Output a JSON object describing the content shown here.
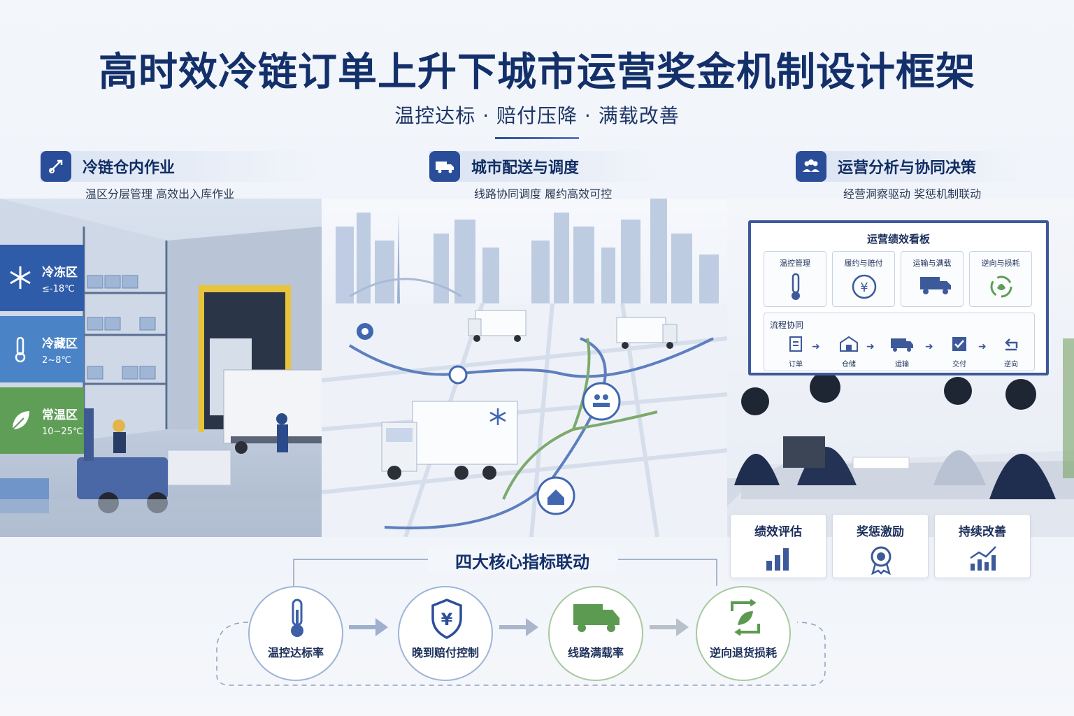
{
  "header": {
    "title": "高时效冷链订单上升下城市运营奖金机制设计框架",
    "subtitle": "温控达标 · 赔付压降 · 满载改善"
  },
  "sections": [
    {
      "title": "冷链仓内作业",
      "subtitle": "温区分层管理  高效出入库作业",
      "icon": "forklift-icon"
    },
    {
      "title": "城市配送与调度",
      "subtitle": "线路协同调度  履约高效可控",
      "icon": "truck-icon"
    },
    {
      "title": "运营分析与协同决策",
      "subtitle": "经营洞察驱动  奖惩机制联动",
      "icon": "team-icon"
    }
  ],
  "zones": [
    {
      "name": "冷冻区",
      "temp": "≤-18℃",
      "icon": "snowflake-icon",
      "color": "#2f5ca8"
    },
    {
      "name": "冷藏区",
      "temp": "2~8℃",
      "icon": "thermometer-icon",
      "color": "#4a84c6"
    },
    {
      "name": "常温区",
      "temp": "10~25℃",
      "icon": "leaf-icon",
      "color": "#5e9e57"
    }
  ],
  "dashboard": {
    "title": "运营绩效看板",
    "cards": [
      {
        "label": "温控管理",
        "icon": "thermometer-icon"
      },
      {
        "label": "履约与赔付",
        "icon": "yen-icon"
      },
      {
        "label": "运输与满载",
        "icon": "truck-icon"
      },
      {
        "label": "逆向与损耗",
        "icon": "recycle-icon"
      }
    ],
    "flow": {
      "title": "流程协同",
      "steps": [
        {
          "label": "订单",
          "icon": "document-icon"
        },
        {
          "label": "仓储",
          "icon": "warehouse-icon"
        },
        {
          "label": "运输",
          "icon": "truck-icon"
        },
        {
          "label": "交付",
          "icon": "check-icon"
        },
        {
          "label": "逆向",
          "icon": "return-icon"
        }
      ]
    }
  },
  "incentives": [
    {
      "label": "绩效评估",
      "icon": "bar-chart-icon"
    },
    {
      "label": "奖惩激励",
      "icon": "medal-icon"
    },
    {
      "label": "持续改善",
      "icon": "trend-up-icon"
    }
  ],
  "metrics": {
    "title": "四大核心指标联动",
    "items": [
      {
        "label": "温控达标率",
        "icon": "thermometer-icon",
        "accent": "#3d5fa8"
      },
      {
        "label": "晚到赔付控制",
        "icon": "shield-yen-icon",
        "accent": "#2c4f9a"
      },
      {
        "label": "线路满载率",
        "icon": "truck-icon",
        "accent": "#5c9a52"
      },
      {
        "label": "逆向退货损耗",
        "icon": "recycle-icon",
        "accent": "#5c9a52"
      }
    ]
  },
  "colors": {
    "primary": "#13306a",
    "accent_blue": "#2a4d99",
    "accent_green": "#5e9e57",
    "background": "#f3f6fb"
  }
}
